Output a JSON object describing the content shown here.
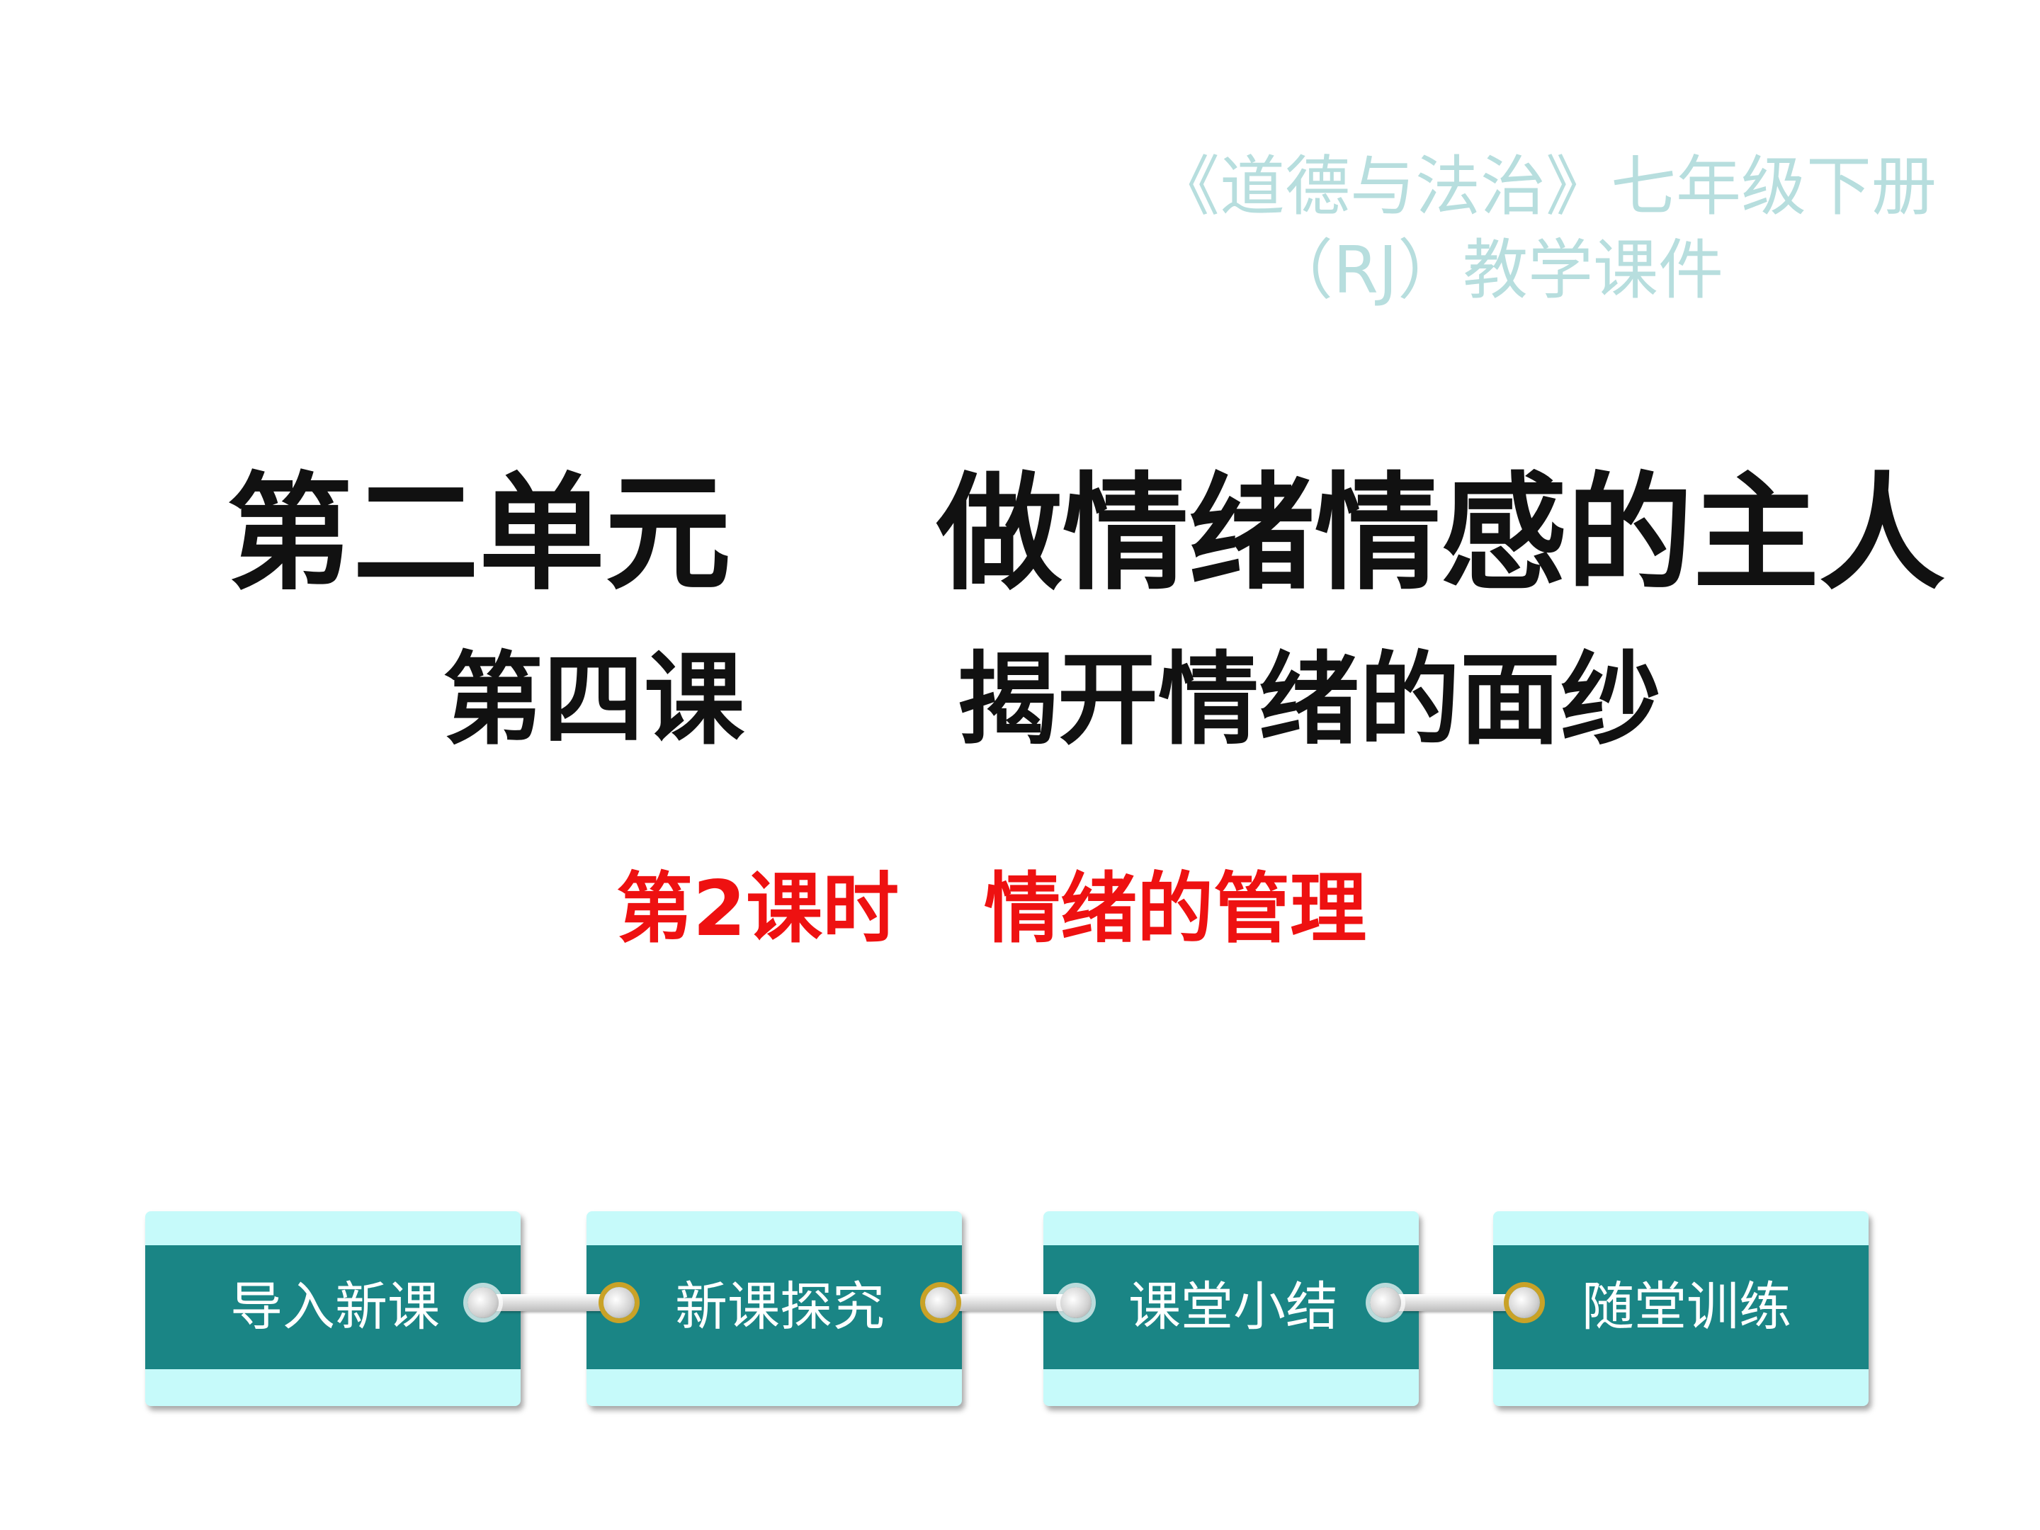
{
  "header": {
    "course_line_1": "《道德与法治》七年级下册",
    "course_line_2": "（RJ）教学课件"
  },
  "titles": {
    "unit_number": "第二单元",
    "unit_name": "做情绪情感的主人",
    "lesson_number": "第四课",
    "lesson_name": "揭开情绪的面纱",
    "period_number": "第2课时",
    "period_name": "情绪的管理"
  },
  "nav": {
    "items": [
      {
        "label": "导入新课"
      },
      {
        "label": "新课探究"
      },
      {
        "label": "课堂小结"
      },
      {
        "label": "随堂训练"
      }
    ]
  },
  "colors": {
    "course_text": "#b7dede",
    "title_text": "#111111",
    "period_text": "#ee1111",
    "tab_light": "#c6fafa",
    "tab_band": "#1a8585",
    "knob_ring": "#c9a227"
  }
}
